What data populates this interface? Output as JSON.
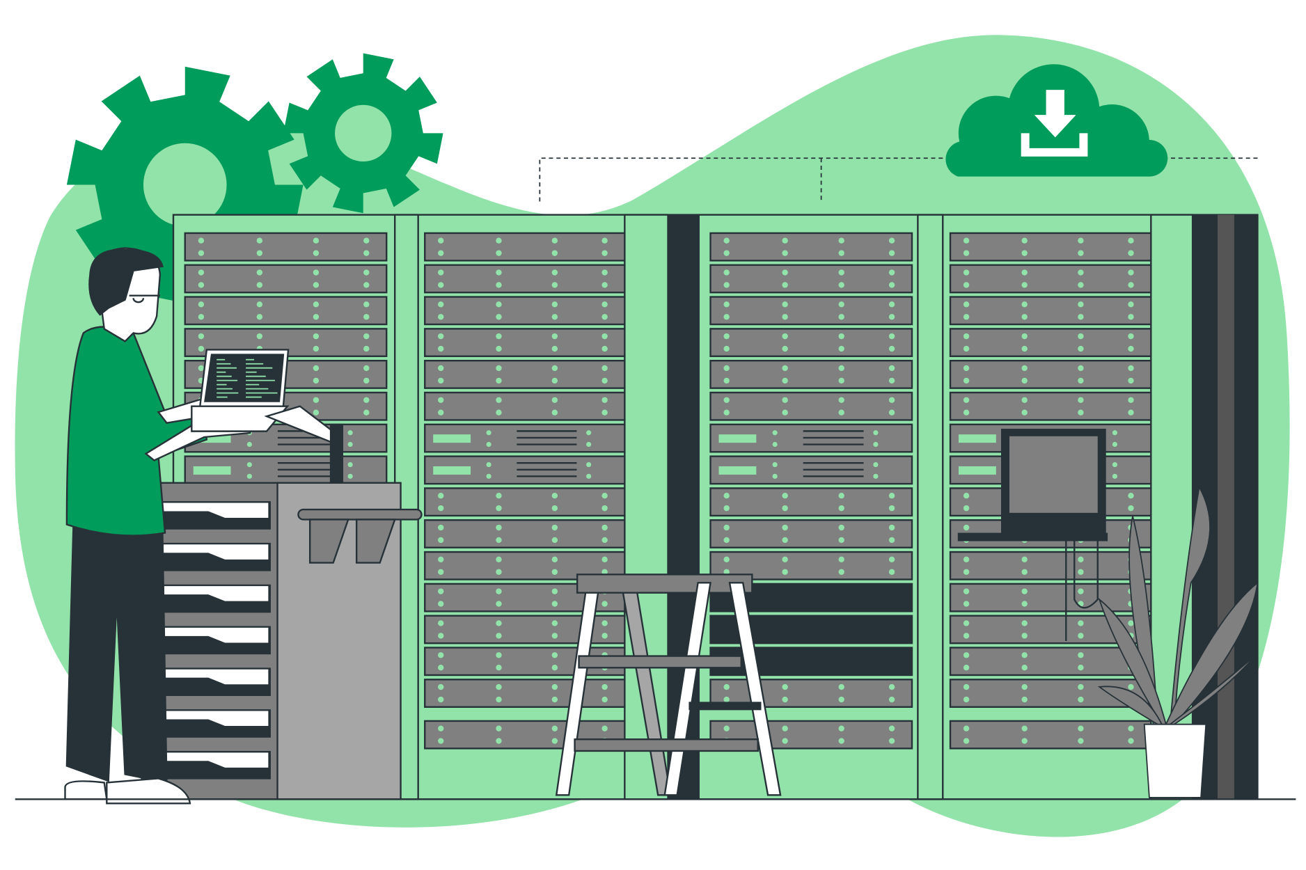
{
  "colors": {
    "background": "#ffffff",
    "blob": "#92E3A9",
    "brand_green": "#009C5B",
    "dark": "#263238",
    "server_gray": "#808080",
    "cabinet_gray": "#A6A6A6",
    "white": "#ffffff"
  },
  "icons": [
    "gear-icon",
    "gear-icon",
    "cloud-download-icon"
  ],
  "racks": [
    {
      "units": 13,
      "wide_slots": [
        6,
        7
      ]
    },
    {
      "units": 15,
      "wide_slots": [
        6,
        7
      ]
    },
    {
      "units": 15,
      "wide_slots": [
        6,
        7
      ],
      "dark_slots": [
        11,
        12,
        13
      ]
    },
    {
      "units": 15,
      "wide_slots": [
        6,
        7
      ]
    }
  ]
}
